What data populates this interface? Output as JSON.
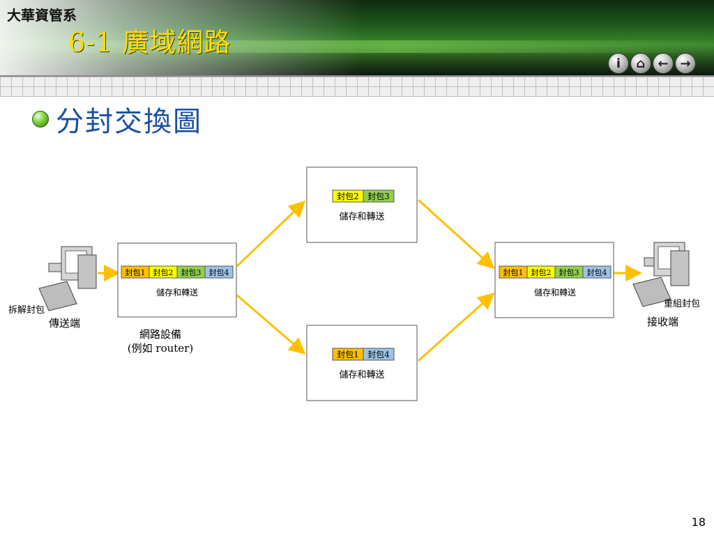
{
  "header": {
    "dept": "大華資管系",
    "title": "6-1  廣域網路"
  },
  "nav": {
    "icons": [
      "info-icon",
      "home-icon",
      "back-arrow-icon",
      "forward-arrow-icon"
    ],
    "info": "i",
    "home": "⌂",
    "back": "←",
    "forward": "→"
  },
  "slide": {
    "subtitle": "分封交換圖",
    "page_number": "18"
  },
  "diagram": {
    "packets": [
      "封包1",
      "封包2",
      "封包3",
      "封包4"
    ],
    "store_forward": "儲存和轉送",
    "sender": {
      "action": "拆解封包",
      "label": "傳送端"
    },
    "receiver": {
      "action": "重組封包",
      "label": "接收端"
    },
    "device": {
      "line1": "網路設備",
      "line2": "(例如 router)"
    },
    "colors": {
      "packet1": "#ffc000",
      "packet2": "#ffff00",
      "packet3": "#92d050",
      "packet4": "#9dc3e6",
      "arrow": "#ffc000"
    }
  }
}
